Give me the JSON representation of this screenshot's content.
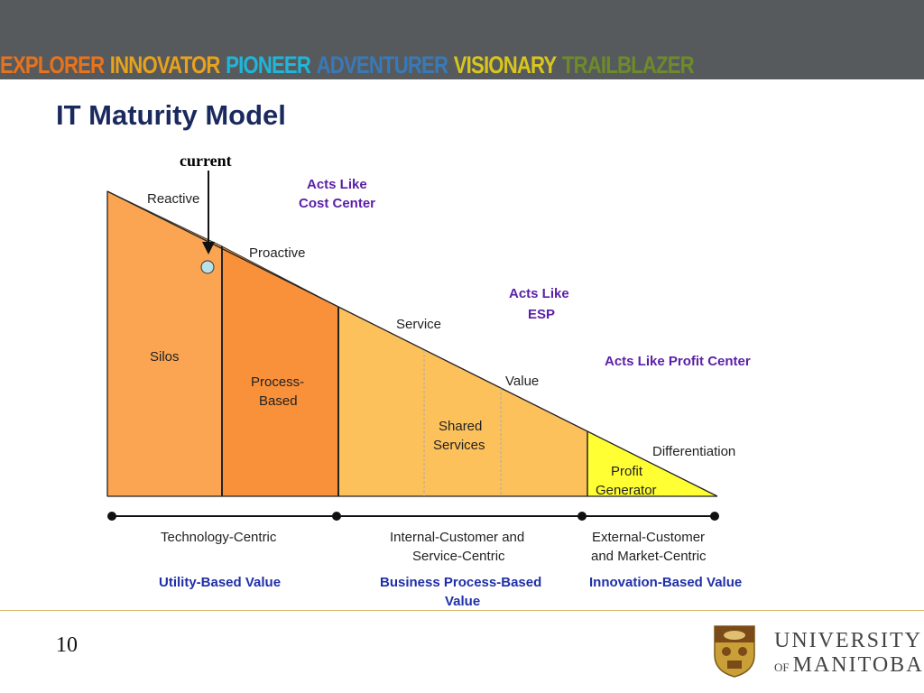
{
  "banner": {
    "words": [
      {
        "text": "EXPLORER",
        "color": "#e8731c"
      },
      {
        "text": "INNOVATOR",
        "color": "#e8a21c"
      },
      {
        "text": "PIONEER",
        "color": "#1fb6d9"
      },
      {
        "text": "ADVENTURER",
        "color": "#3a79b8"
      },
      {
        "text": "VISIONARY",
        "color": "#d9c61c"
      },
      {
        "text": "TRAILBLAZER",
        "color": "#6e8a2a"
      }
    ]
  },
  "title": "IT Maturity Model",
  "diagram": {
    "current_label": "current",
    "stage_labels": {
      "reactive": "Reactive",
      "proactive": "Proactive",
      "service": "Service",
      "value": "Value",
      "differentiation": "Differentiation"
    },
    "regions": {
      "silos": "Silos",
      "process_based": [
        "Process-",
        "Based"
      ],
      "shared_services": [
        "Shared",
        "Services"
      ],
      "profit_generator": [
        "Profit",
        "Generator"
      ]
    },
    "acts_like": {
      "cost_center": [
        "Acts Like",
        "Cost Center"
      ],
      "esp": [
        "Acts Like",
        "ESP"
      ],
      "profit_center": "Acts Like Profit Center"
    },
    "centric": {
      "technology": "Technology-Centric",
      "internal": [
        "Internal-Customer and",
        "Service-Centric"
      ],
      "external": [
        "External-Customer",
        "and Market-Centric"
      ]
    },
    "value_types": {
      "utility": "Utility-Based Value",
      "business": [
        "Business Process-Based",
        "Value"
      ],
      "innovation": "Innovation-Based Value"
    },
    "colors": {
      "silos": "#fba552",
      "process": "#f9913a",
      "service": "#fdc15c",
      "profit": "#ffff33",
      "purple": "#5a1fa8",
      "blue": "#1f2fa8"
    }
  },
  "footer": {
    "page_number": "10",
    "logo_line1": "UNIVERSITY",
    "logo_line2_prefix": "OF",
    "logo_line2": "MANITOBA"
  }
}
